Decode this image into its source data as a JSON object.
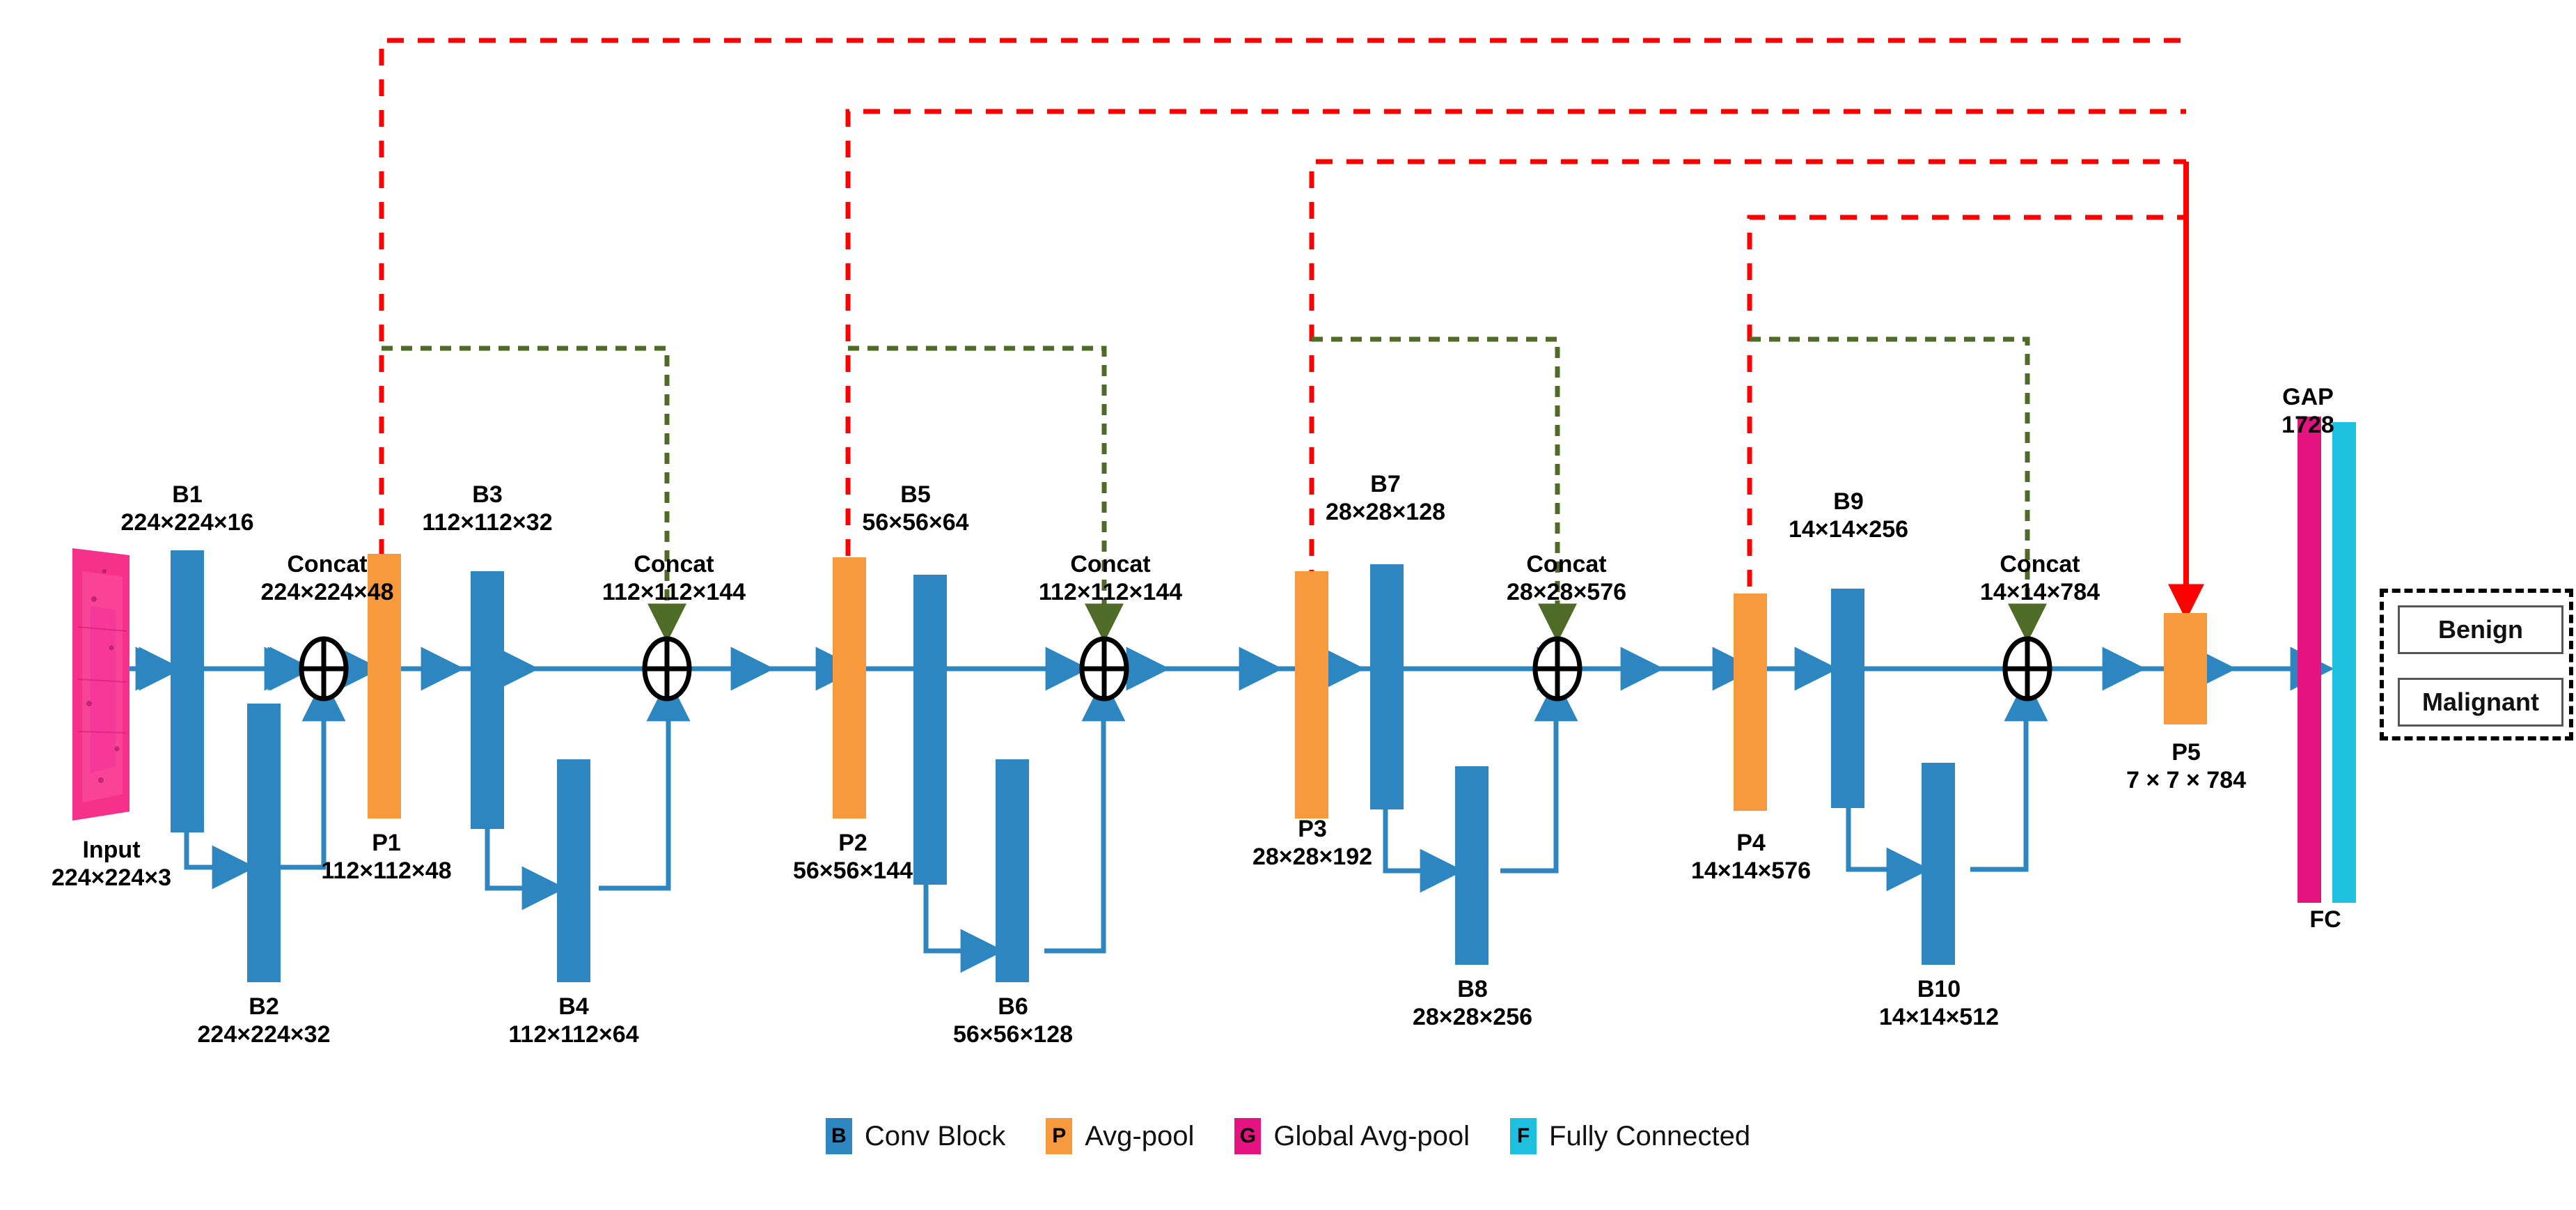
{
  "title": "CNN architecture for benign/malignant classification",
  "colors": {
    "conv_block": "#2E86C1",
    "avg_pool": "#F79A3E",
    "global_avg_pool": "#E5137F",
    "fully_connected": "#1EC0E0",
    "flow_arrow": "#2E86C1",
    "skip_red": "#FF0000",
    "skip_green": "#4F6B28",
    "text": "#000000"
  },
  "input": {
    "name": "Input",
    "dims": "224×224×3"
  },
  "blocks": [
    {
      "id": "B1",
      "name": "B1",
      "dims": "224×224×16",
      "type": "conv"
    },
    {
      "id": "B2",
      "name": "B2",
      "dims": "224×224×32",
      "type": "conv"
    },
    {
      "id": "P1",
      "name": "P1",
      "dims": "112×112×48",
      "type": "pool"
    },
    {
      "id": "B3",
      "name": "B3",
      "dims": "112×112×32",
      "type": "conv"
    },
    {
      "id": "B4",
      "name": "B4",
      "dims": "112×112×64",
      "type": "conv"
    },
    {
      "id": "P2",
      "name": "P2",
      "dims": "56×56×144",
      "type": "pool"
    },
    {
      "id": "B5",
      "name": "B5",
      "dims": "56×56×64",
      "type": "conv"
    },
    {
      "id": "B6",
      "name": "B6",
      "dims": "56×56×128",
      "type": "conv"
    },
    {
      "id": "P3",
      "name": "P3",
      "dims": "28×28×192",
      "type": "pool"
    },
    {
      "id": "B7",
      "name": "B7",
      "dims": "28×28×128",
      "type": "conv"
    },
    {
      "id": "B8",
      "name": "B8",
      "dims": "28×28×256",
      "type": "conv"
    },
    {
      "id": "P4",
      "name": "P4",
      "dims": "14×14×576",
      "type": "pool"
    },
    {
      "id": "B9",
      "name": "B9",
      "dims": "14×14×256",
      "type": "conv"
    },
    {
      "id": "B10",
      "name": "B10",
      "dims": "14×14×512",
      "type": "conv"
    },
    {
      "id": "P5",
      "name": "P5",
      "dims": "7 × 7 × 784",
      "type": "pool"
    }
  ],
  "concats": [
    {
      "id": "C1",
      "name": "Concat",
      "dims": "224×224×48"
    },
    {
      "id": "C2",
      "name": "Concat",
      "dims": "112×112×144"
    },
    {
      "id": "C3",
      "name": "Concat",
      "dims": "112×112×144"
    },
    {
      "id": "C4",
      "name": "Concat",
      "dims": "28×28×576"
    },
    {
      "id": "C5",
      "name": "Concat",
      "dims": "14×14×784"
    }
  ],
  "head": {
    "gap_name": "GAP",
    "gap_units": "1728",
    "fc_name": "FC"
  },
  "outputs": {
    "classes": [
      {
        "label": "Benign"
      },
      {
        "label": "Malignant"
      }
    ]
  },
  "legend": {
    "items": [
      {
        "key": "B",
        "label": "Conv Block",
        "color": "#2E86C1"
      },
      {
        "key": "P",
        "label": "Avg-pool",
        "color": "#F79A3E"
      },
      {
        "key": "G",
        "label": "Global Avg-pool",
        "color": "#E5137F"
      },
      {
        "key": "F",
        "label": "Fully Connected",
        "color": "#1EC0E0"
      }
    ]
  },
  "chart_data": {
    "type": "diagram",
    "title": "Multi-scale CNN with concatenation skip connections",
    "stages": [
      {
        "stage": 1,
        "conv_top": "B1",
        "conv_bottom": "B2",
        "pool": "P1",
        "concat": "224×224×48"
      },
      {
        "stage": 2,
        "conv_top": "B3",
        "conv_bottom": "B4",
        "pool": "P2",
        "concat": "112×112×144"
      },
      {
        "stage": 3,
        "conv_top": "B5",
        "conv_bottom": "B6",
        "pool": "P3",
        "concat": "112×112×144"
      },
      {
        "stage": 4,
        "conv_top": "B7",
        "conv_bottom": "B8",
        "pool": "P4",
        "concat": "28×28×576"
      },
      {
        "stage": 5,
        "conv_top": "B9",
        "conv_bottom": "B10",
        "pool": "P5",
        "concat": "14×14×784"
      }
    ]
  }
}
